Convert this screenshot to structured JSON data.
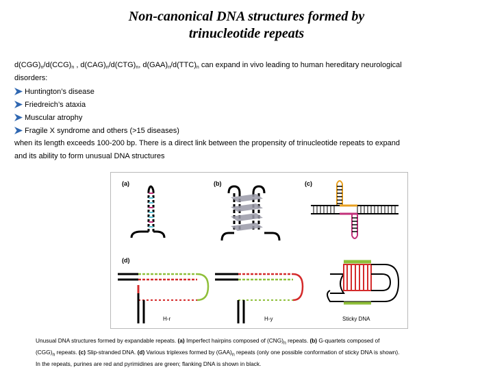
{
  "title": {
    "line1": "Non-canonical DNA structures formed by",
    "line2": "trinucleotide repeats"
  },
  "intro": {
    "seq1": "d(CGG)",
    "seq1_n": "n",
    "seq2": "/d(CCG)",
    "seq2_n": "n",
    "seq3": " , d(CAG)",
    "seq3_n": "n",
    "seq4": "/d(CTG)",
    "seq4_n": "n",
    "seq5": ", d(GAA)",
    "seq5_n": "n",
    "seq6": "/d(TTC)",
    "seq6_n": "n",
    "rest_line1": " can expand  in vivo leading to human hereditary neurological",
    "line2": "disorders:"
  },
  "bullets": [
    "Huntington’s disease",
    "Friedreich’s ataxia",
    "Muscular atrophy",
    "Fragile X syndrome and others (>15 diseases)"
  ],
  "conclusion": {
    "line1": "when its length exceeds 100-200 bp. There is a direct link between the propensity of trinucleotide repeats to expand",
    "line2": "and its ability to form unusual DNA structures"
  },
  "figure": {
    "labels": {
      "a": "(a)",
      "b": "(b)",
      "c": "(c)",
      "d": "(d)"
    },
    "sublabels": {
      "hr": "H-r",
      "hy": "H-y",
      "sticky": "Sticky DNA"
    }
  },
  "caption": {
    "p1": "Unusual DNA structures formed by expandable repeats. ",
    "a_tag": "(a)",
    "a_text": " Imperfect hairpins composed of (CNG)",
    "a_sub": "n",
    "a_end": " repeats. ",
    "b_tag": "(b)",
    "b_text": " G-quartets composed of",
    "line2_start": "(CGG)",
    "line2_sub": "n",
    "line2_mid": " repeats. ",
    "c_tag": "(c)",
    "c_text": " Slip-stranded DNA. ",
    "d_tag": "(d)",
    "d_text": " Various triplexes formed by (GAA)",
    "d_sub": "n",
    "d_end": " repeats (only one possible conformation of sticky DNA is shown).",
    "line3": "In the repeats, purines are red and pyrimidines are green; flanking DNA is shown in black."
  },
  "colors": {
    "purine": "#d42a2a",
    "pyrimidine": "#8fbf3a",
    "flanking": "#000000",
    "cyan_pair": "#5cc4d8",
    "magenta_pair": "#c2307a",
    "orange_pair": "#e8a020",
    "bullet_arrow": "#2f67b1"
  },
  "icons": {
    "bullet": "arrow-bullet-icon"
  }
}
